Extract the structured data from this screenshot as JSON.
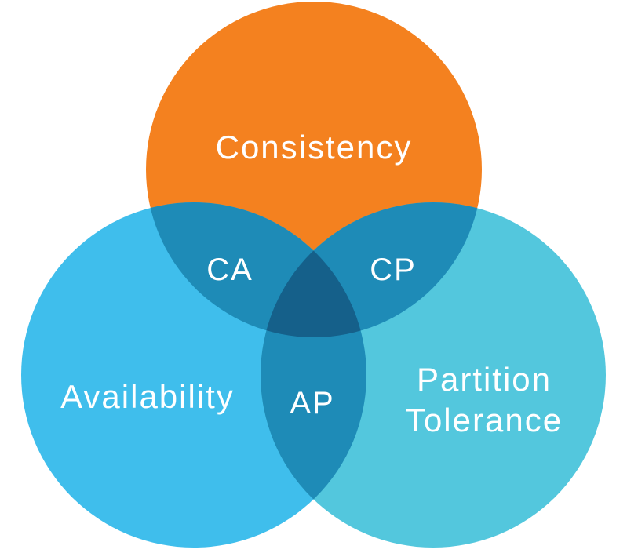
{
  "diagram": {
    "type": "venn",
    "text_color": "#FFFFFF",
    "circles": [
      {
        "id": "consistency",
        "label": "Consistency",
        "color": "#F4811F"
      },
      {
        "id": "availability",
        "label": "Availability",
        "color": "#3FBEEC"
      },
      {
        "id": "partition-tolerance",
        "label": "Partition Tolerance",
        "line1": "Partition",
        "line2": "Tolerance",
        "color": "#53C7DD"
      }
    ],
    "overlaps": [
      {
        "id": "ca",
        "label": "CA",
        "meaning": "Consistency + Availability"
      },
      {
        "id": "cp",
        "label": "CP",
        "meaning": "Consistency + Partition Tolerance"
      },
      {
        "id": "ap",
        "label": "AP",
        "meaning": "Availability + Partition Tolerance"
      }
    ],
    "overlap_color": "#1E8BB7",
    "center_color": "#15608A"
  }
}
